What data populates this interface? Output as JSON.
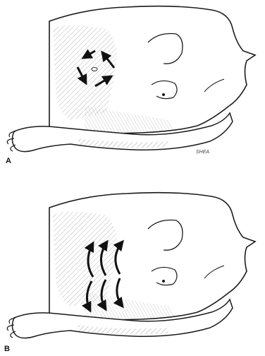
{
  "figure": {
    "panels": [
      {
        "label": "A",
        "technique": "circular-arrows"
      },
      {
        "label": "B",
        "technique": "curved-vertical-arrows"
      }
    ],
    "artist_signature": "SHEA"
  },
  "colors": {
    "ink": "#1a1a1a",
    "paper": "#ffffff",
    "hatch": "#555555"
  },
  "icons": [
    "circular-massage-arrows-icon",
    "curved-stroke-arrows-icon"
  ]
}
